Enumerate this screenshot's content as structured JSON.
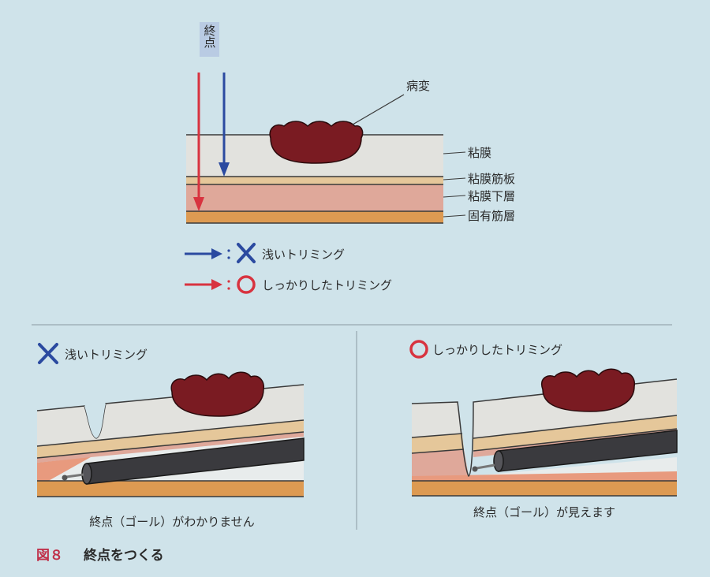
{
  "top_diagram": {
    "endpoint_label": "終点",
    "lesion_label": "病変",
    "layers": [
      "粘膜",
      "粘膜筋板",
      "粘膜下層",
      "固有筋層"
    ],
    "legend": [
      {
        "arrow_color": "#2b4aa0",
        "mark": "×",
        "text": "浅いトリミング"
      },
      {
        "arrow_color": "#d8333f",
        "mark": "○",
        "text": "しっかりしたトリミング"
      }
    ]
  },
  "panels": {
    "left": {
      "mark": "×",
      "title": "浅いトリミング",
      "caption": "終点（ゴール）がわかりません"
    },
    "right": {
      "mark": "○",
      "title": "しっかりしたトリミング",
      "caption": "終点（ゴール）が見えます"
    }
  },
  "figure": {
    "number": "図８",
    "title": "終点をつくる"
  },
  "colors": {
    "background": "#cfe3ea",
    "mucosa": "#e2e2de",
    "muscularis_mucosae": "#e5c79a",
    "submucosa": "#dfa89a",
    "muscularis_propria": "#dd9a52",
    "lesion": "#7a1b22",
    "blue": "#2b4aa0",
    "red": "#d8333f",
    "scope": "#3a3a3e"
  }
}
